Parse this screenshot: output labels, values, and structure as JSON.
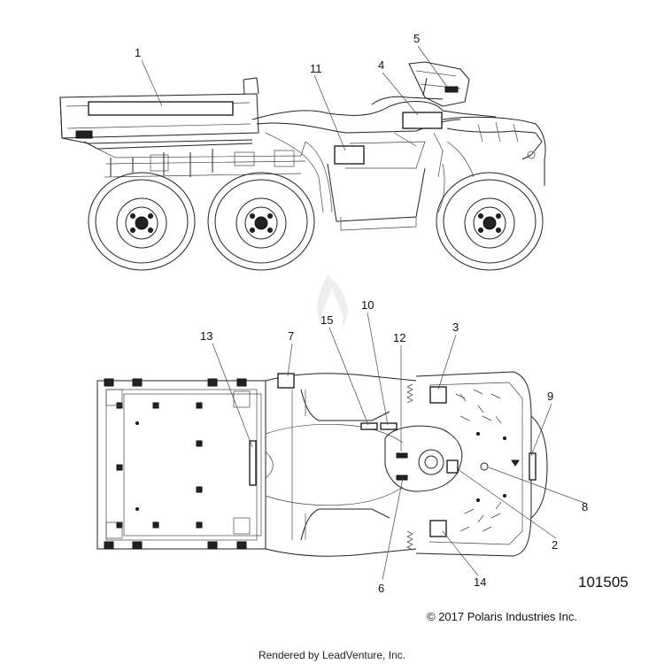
{
  "callouts": {
    "c1": "1",
    "c2": "2",
    "c3": "3",
    "c4": "4",
    "c5": "5",
    "c6": "6",
    "c7": "7",
    "c8": "8",
    "c9": "9",
    "c10": "10",
    "c11": "11",
    "c12": "12",
    "c13": "13",
    "c14": "14",
    "c15": "15"
  },
  "diagram_id": "101505",
  "copyright": "© 2017 Polaris Industries Inc.",
  "rendered_by": "Rendered by LeadVenture, Inc."
}
